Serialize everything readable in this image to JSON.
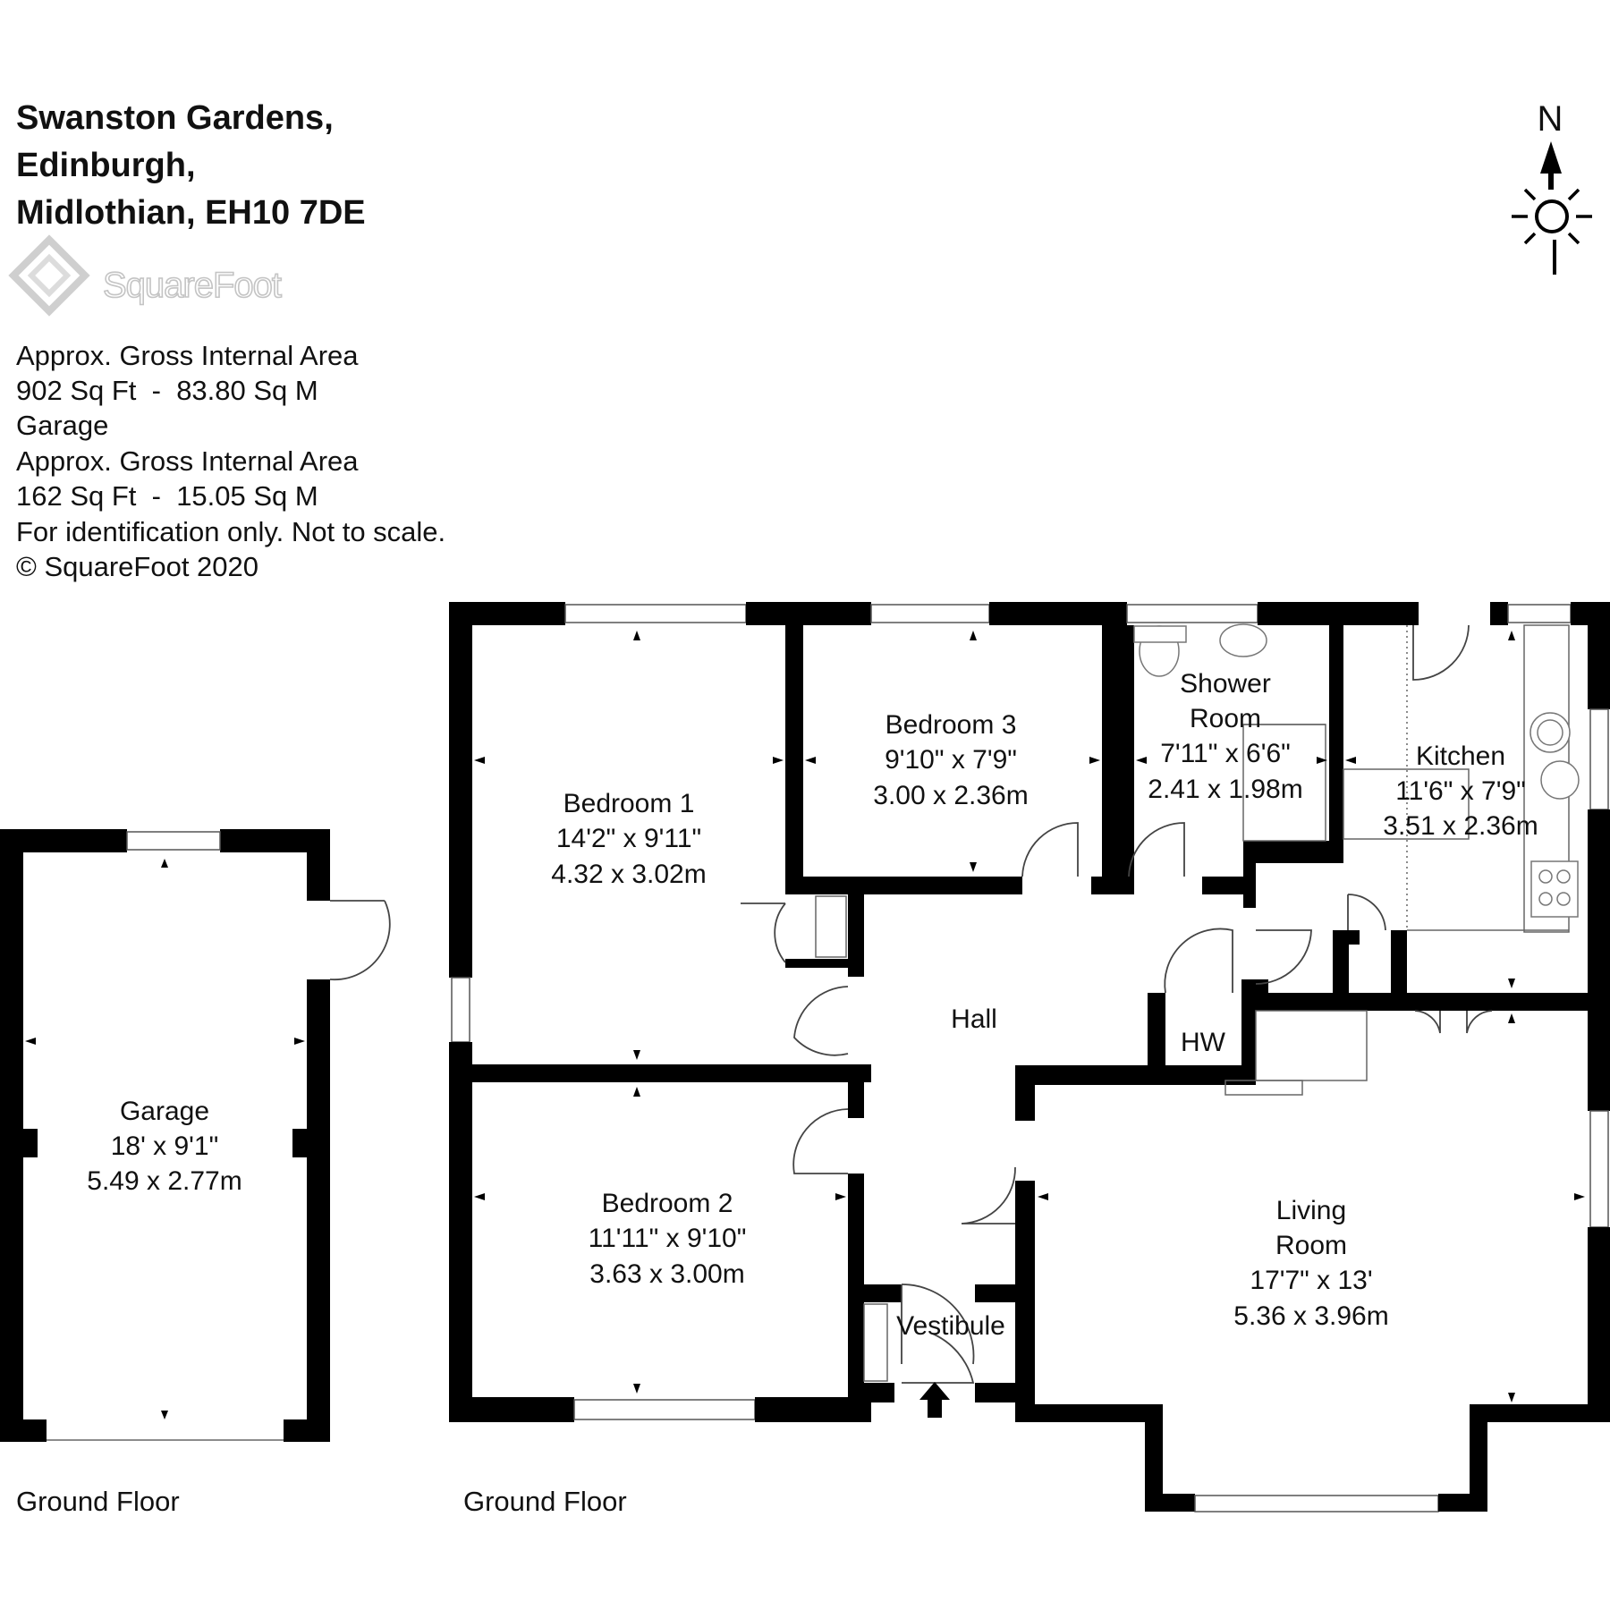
{
  "address": {
    "line1": "Swanston Gardens,",
    "line2": "Edinburgh,",
    "line3": "Midlothian, EH10 7DE"
  },
  "brand": {
    "name": "SquareFoot"
  },
  "area_info": {
    "line1": "Approx. Gross Internal Area",
    "line2": "902 Sq Ft  -  83.80 Sq M",
    "line3": "Garage",
    "line4": "Approx. Gross Internal Area",
    "line5": "162 Sq Ft  -  15.05 Sq M",
    "line6": "For identification only. Not to scale.",
    "line7": "© SquareFoot 2020"
  },
  "compass": {
    "label": "N",
    "icon": "north-arrow-sun-icon"
  },
  "rooms": {
    "garage": {
      "name": "Garage",
      "imperial": "18' x 9'1\"",
      "metric": "5.49 x 2.77m"
    },
    "bedroom1": {
      "name": "Bedroom 1",
      "imperial": "14'2\" x 9'11\"",
      "metric": "4.32 x 3.02m"
    },
    "bedroom2": {
      "name": "Bedroom 2",
      "imperial": "11'11\" x 9'10\"",
      "metric": "3.63 x 3.00m"
    },
    "bedroom3": {
      "name": "Bedroom 3",
      "imperial": "9'10\" x 7'9\"",
      "metric": "3.00 x 2.36m"
    },
    "shower": {
      "name1": "Shower",
      "name2": "Room",
      "imperial": "7'11\" x 6'6\"",
      "metric": "2.41 x 1.98m"
    },
    "kitchen": {
      "name": "Kitchen",
      "imperial": "11'6\" x 7'9\"",
      "metric": "3.51 x 2.36m"
    },
    "hall": {
      "name": "Hall"
    },
    "hw": {
      "name": "HW"
    },
    "vestibule": {
      "name": "Vestibule"
    },
    "living": {
      "name1": "Living",
      "name2": "Room",
      "imperial": "17'7\" x 13'",
      "metric": "5.36 x 3.96m"
    }
  },
  "floor_labels": {
    "garage": "Ground Floor",
    "main": "Ground Floor"
  }
}
